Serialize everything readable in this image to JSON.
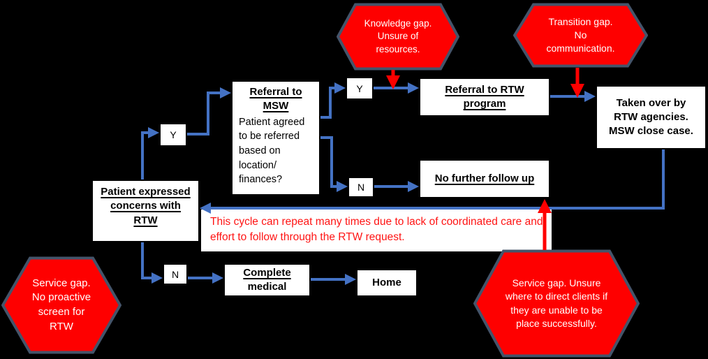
{
  "diagram": {
    "hexagons": {
      "knowledge": "Knowledge gap. Unsure of resources.",
      "transition": "Transition gap. No communication.",
      "service_left": "Service gap. No proactive screen for RTW",
      "service_right": "Service gap. Unsure where to direct clients if they are unable to be place successfully."
    },
    "boxes": {
      "patient": "Patient expressed concerns with RTW",
      "msw_title": "Referral to MSW",
      "msw_body": "Patient agreed to be referred based on location/ finances?",
      "rtw_program": "Referral to RTW program",
      "no_follow_up": "No further follow up",
      "taken_over": "Taken over by RTW agencies. MSW close case.",
      "complete_line1": "Complete",
      "complete_line2": "medical",
      "home": "Home",
      "yes_1": "Y",
      "yes_2": "Y",
      "no_1": "N",
      "no_2": "N"
    },
    "note": "This cycle can repeat many times due to lack of coordinated care and effort to follow through the RTW request.",
    "colors": {
      "background": "#000000",
      "connector_blue": "#4472C4",
      "accent_red": "#FF0000",
      "hexagon_fill": "#FE0000",
      "hexagon_border": "#44546A"
    }
  }
}
